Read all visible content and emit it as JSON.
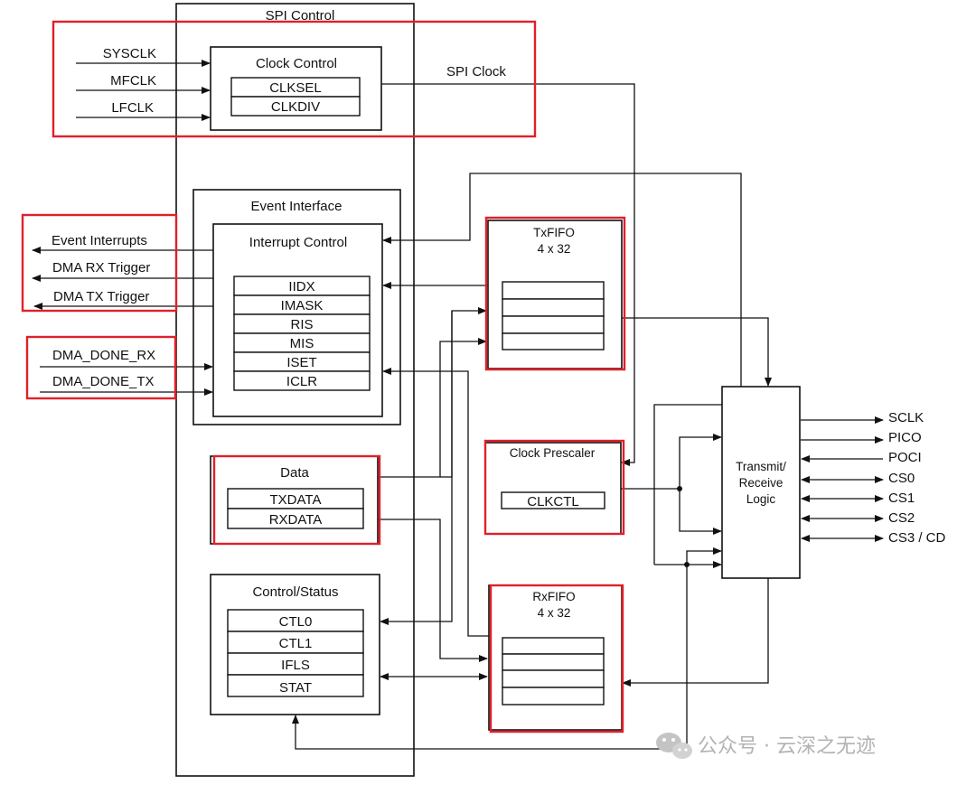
{
  "spi_control": {
    "title": "SPI Control"
  },
  "clock_inputs": [
    "SYSCLK",
    "MFCLK",
    "LFCLK"
  ],
  "clock_control": {
    "title": "Clock Control",
    "registers": [
      "CLKSEL",
      "CLKDIV"
    ]
  },
  "spi_clock": "SPI Clock",
  "event_interface": {
    "title": "Event Interface",
    "interrupt_control": "Interrupt Control",
    "registers": [
      "IIDX",
      "IMASK",
      "RIS",
      "MIS",
      "ISET",
      "ICLR"
    ],
    "outputs": [
      "Event Interrupts",
      "DMA RX Trigger",
      "DMA TX Trigger"
    ],
    "inputs": [
      "DMA_DONE_RX",
      "DMA_DONE_TX"
    ]
  },
  "data_block": {
    "title": "Data",
    "registers": [
      "TXDATA",
      "RXDATA"
    ]
  },
  "control_status": {
    "title": "Control/Status",
    "registers": [
      "CTL0",
      "CTL1",
      "IFLS",
      "STAT"
    ]
  },
  "txfifo": {
    "title": "TxFIFO",
    "size": "4 x 32"
  },
  "rxfifo": {
    "title": "RxFIFO",
    "size": "4 x 32"
  },
  "clock_prescaler": {
    "title": "Clock Prescaler",
    "register": "CLKCTL"
  },
  "transceiver": {
    "lines": [
      "Transmit/",
      "Receive",
      "Logic"
    ]
  },
  "pins": [
    "SCLK",
    "PICO",
    "POCI",
    "CS0",
    "CS1",
    "CS2",
    "CS3 / CD"
  ],
  "watermark": "公众号 · 云深之无迹",
  "colors": {
    "highlight": "#e0202a",
    "line": "#111111",
    "watermark": "#b3b3b3"
  }
}
